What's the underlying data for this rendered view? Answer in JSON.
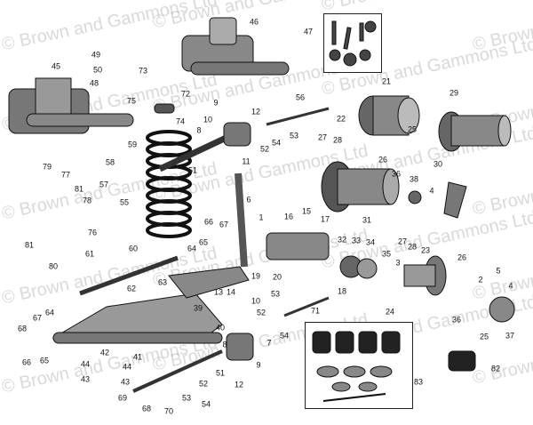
{
  "watermark": "© Brown and Gammons Ltd",
  "callouts": [
    "49",
    "50",
    "48",
    "45",
    "46",
    "47",
    "73",
    "72",
    "75",
    "74",
    "9",
    "12",
    "10",
    "8",
    "52",
    "54",
    "53",
    "56",
    "21",
    "29",
    "22",
    "25",
    "27",
    "28",
    "30",
    "26",
    "36",
    "38",
    "4",
    "59",
    "58",
    "57",
    "51",
    "11",
    "55",
    "79",
    "77",
    "81",
    "78",
    "76",
    "81",
    "80",
    "6",
    "66",
    "67",
    "65",
    "64",
    "1",
    "16",
    "15",
    "17",
    "31",
    "60",
    "61",
    "32",
    "33",
    "34",
    "27",
    "28",
    "23",
    "35",
    "3",
    "26",
    "20",
    "19",
    "62",
    "63",
    "13",
    "14",
    "5",
    "2",
    "4",
    "18",
    "53",
    "71",
    "24",
    "10",
    "52",
    "39",
    "67",
    "64",
    "68",
    "36",
    "25",
    "37",
    "40",
    "8",
    "7",
    "54",
    "41",
    "42",
    "44",
    "44",
    "66",
    "65",
    "43",
    "43",
    "51",
    "9",
    "12",
    "69",
    "68",
    "70",
    "53",
    "52",
    "54",
    "82",
    "83"
  ]
}
